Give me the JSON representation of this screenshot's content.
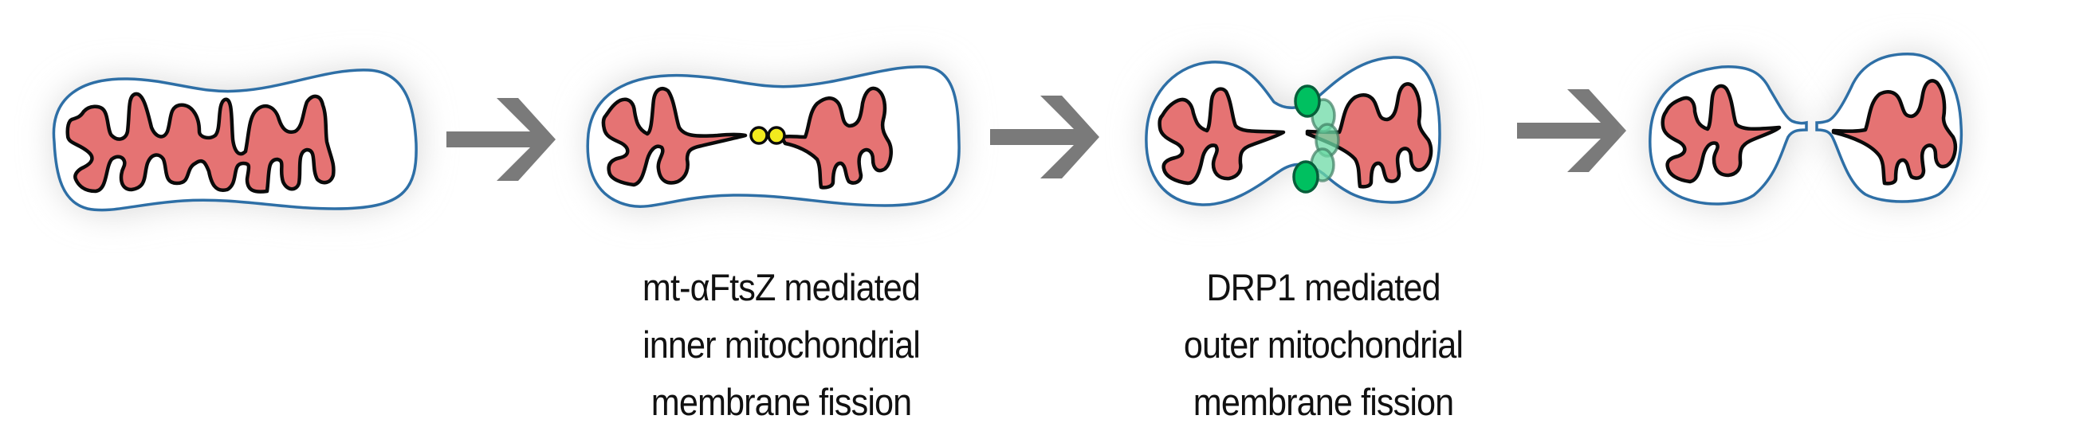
{
  "colors": {
    "outer_membrane": "#2e6fa6",
    "matrix_fill": "#e57373",
    "inner_membrane": "#0a0a0a",
    "ftsz_ring": "#f2ea1e",
    "drp1": "#00c060",
    "drp1_translucent": "#6cd9a5",
    "arrow": "#7a7a7a",
    "halo": "#d8d8d8"
  },
  "stages": [
    {
      "name": "intact-mitochondrion"
    },
    {
      "name": "inner-membrane-constriction"
    },
    {
      "name": "outer-membrane-constriction"
    },
    {
      "name": "divided-mitochondria"
    }
  ],
  "arrows": [
    {
      "icon": "arrow-right-icon"
    },
    {
      "icon": "arrow-right-icon"
    },
    {
      "icon": "arrow-right-icon"
    }
  ],
  "captions": {
    "inner": {
      "line1": "mt-αFtsZ mediated",
      "line2": "inner mitochondrial",
      "line3": "membrane fission"
    },
    "outer": {
      "line1": "DRP1 mediated",
      "line2": "outer mitochondrial",
      "line3": "membrane fission"
    }
  }
}
